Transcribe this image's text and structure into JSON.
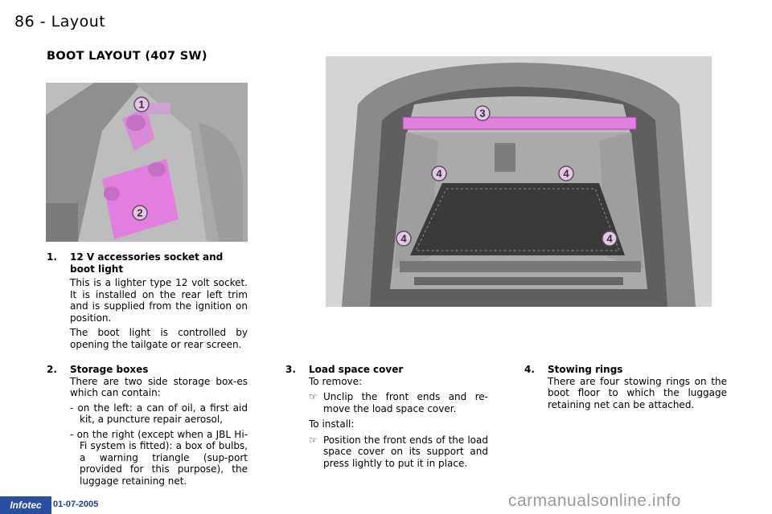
{
  "header": {
    "page_title": "86 - Layout"
  },
  "section": {
    "title": "BOOT LAYOUT (407 SW)"
  },
  "callouts": {
    "c1": "1",
    "c2": "2",
    "c3": "3",
    "c4": "4"
  },
  "items": {
    "item1": {
      "number": "1.",
      "title_l1": "12 V accessories socket and",
      "title_l2": "boot light",
      "p1": "This is a lighter type 12 volt socket. It is installed on the rear left trim and is supplied from the ignition on position.",
      "p2": "The boot light is controlled by opening the tailgate or rear screen."
    },
    "item2": {
      "number": "2.",
      "title": "Storage boxes",
      "intro": "There are two side storage box-es which can contain:",
      "sub1": "- on the left: a can of oil, a first aid kit, a puncture repair aerosol,",
      "sub2": "- on the right (except when a JBL Hi-Fi system is fitted): a box of bulbs, a warning triangle (sup-port provided for this purpose), the luggage retaining net."
    },
    "item3": {
      "number": "3.",
      "title": "Load space cover",
      "remove_label": "To remove:",
      "remove_step": "Unclip the front ends and re-move the load space cover.",
      "install_label": "To install:",
      "install_step": "Position the front ends of the load space cover on its support and press lightly to put it in place.",
      "bullet_symbol": "☞"
    },
    "item4": {
      "number": "4.",
      "title": "Stowing rings",
      "body": "There are four stowing rings on the boot floor to which the luggage retaining net can be attached."
    }
  },
  "footer": {
    "logo_text": "Infotec",
    "date": "01-07-2005",
    "watermark": "carmanualsonline.info"
  },
  "colors": {
    "highlight": "#e27ee0",
    "photo_gray": "#c8c8c8",
    "logo_blue": "#2a4ea0"
  }
}
